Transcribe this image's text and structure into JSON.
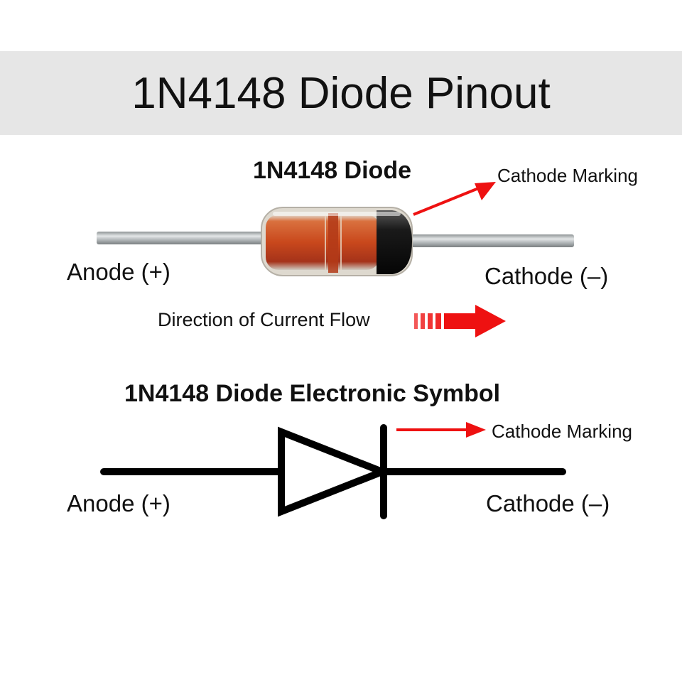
{
  "title": "1N4148 Diode Pinout",
  "photo_section": {
    "heading": "1N4148 Diode",
    "cathode_marking": "Cathode Marking",
    "anode_label": "Anode (+)",
    "cathode_label": "Cathode (–)",
    "flow_label": "Direction of Current Flow"
  },
  "symbol_section": {
    "heading": "1N4148 Diode Electronic Symbol",
    "cathode_marking": "Cathode Marking",
    "anode_label": "Anode (+)",
    "cathode_label": "Cathode (–)"
  },
  "colors": {
    "title_bar": "#e6e6e6",
    "arrow_red": "#ee1111",
    "diode_body": "#c9481c",
    "lead_silver": "#b9bdbf",
    "symbol_black": "#000000"
  }
}
